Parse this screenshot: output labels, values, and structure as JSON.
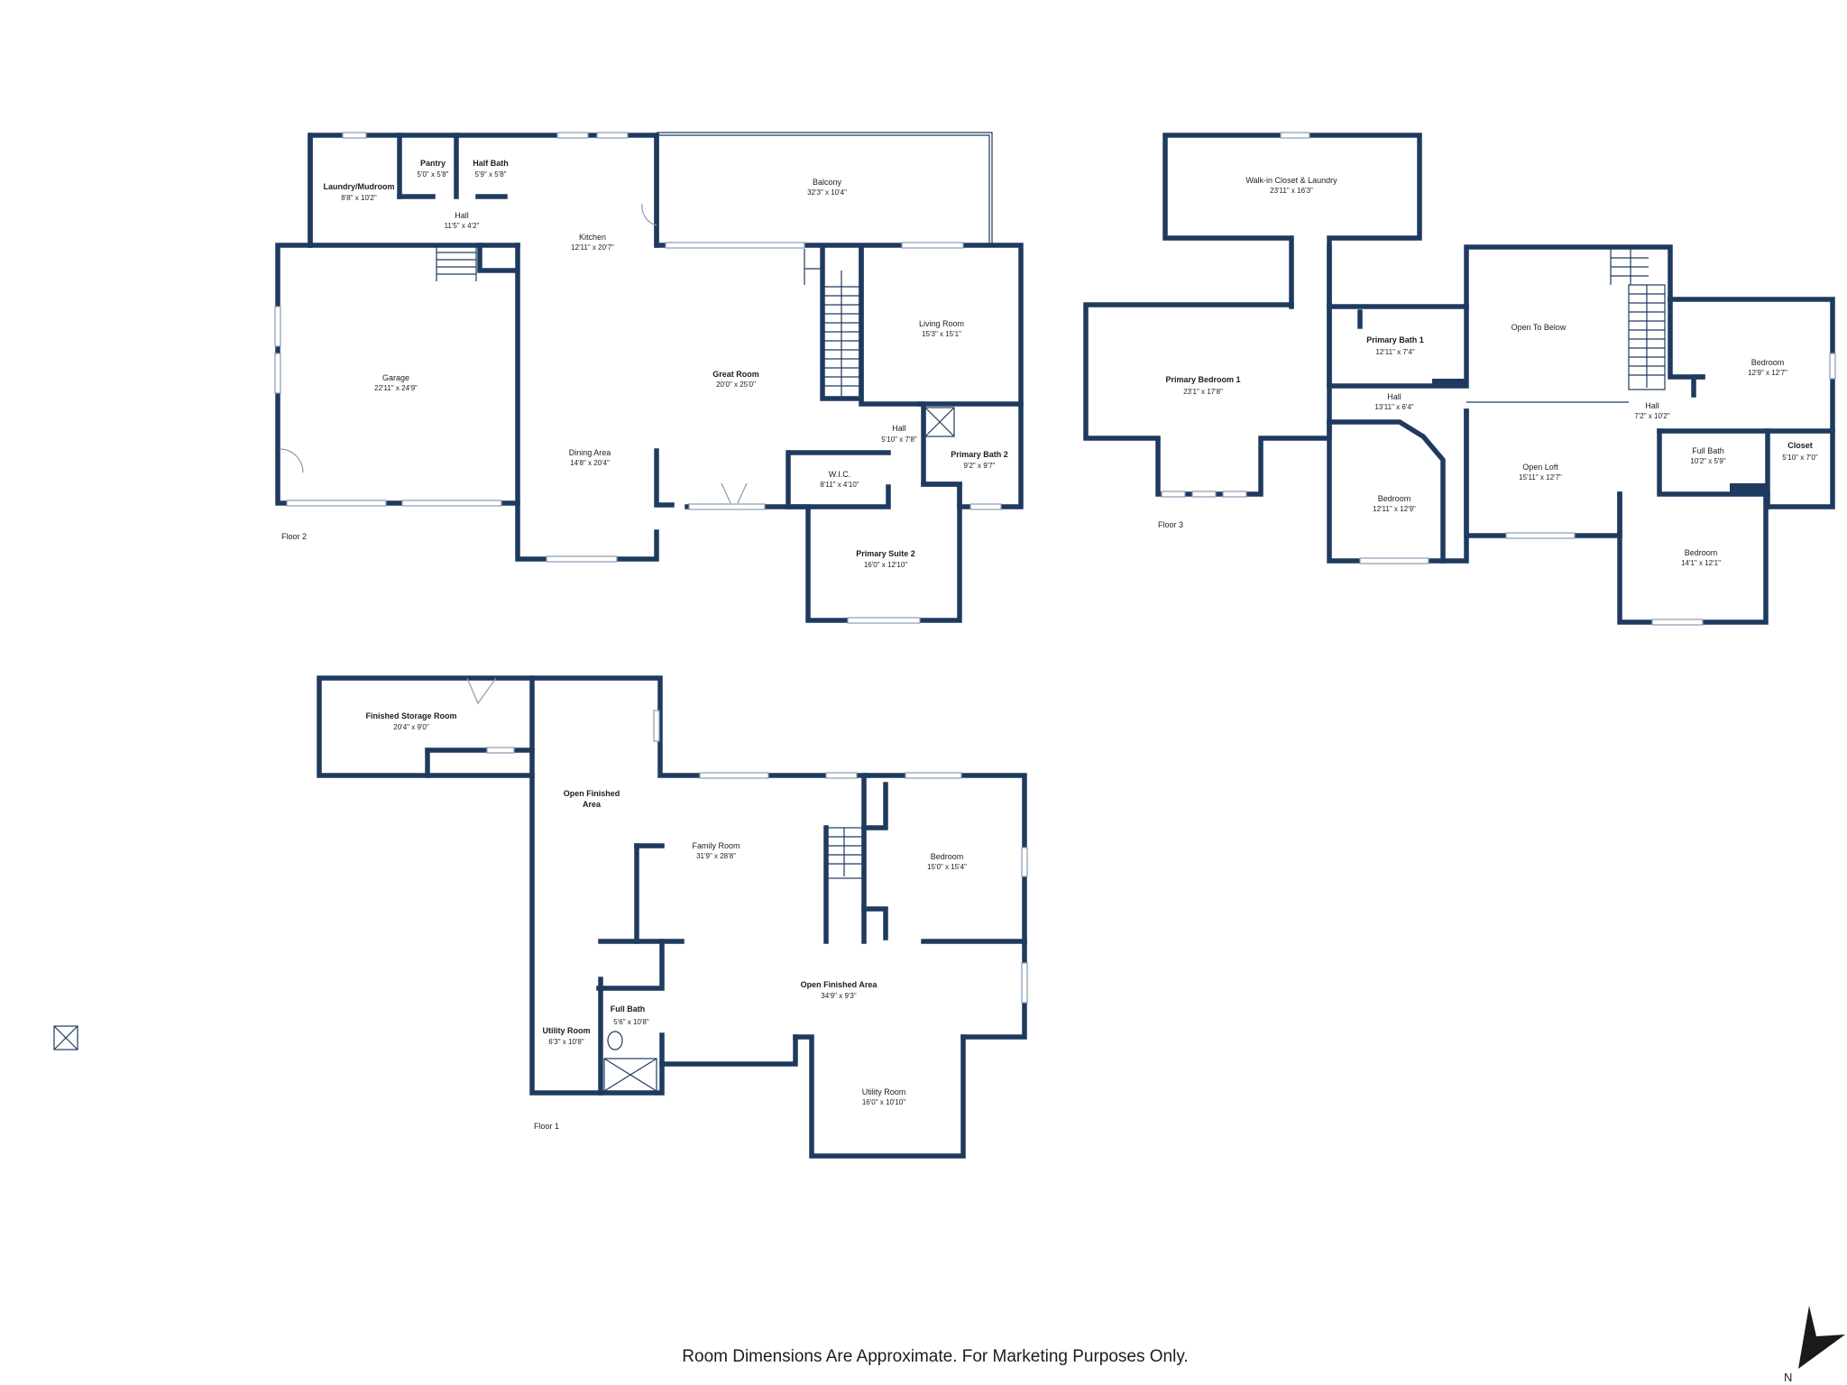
{
  "disclaimer": "Room Dimensions Are Approximate. For Marketing Purposes Only.",
  "compass_label": "N",
  "colors": {
    "wall": "#1f3a5f",
    "window": "#8a9bb0",
    "background": "#ffffff"
  },
  "floor2": {
    "label": "Floor 2",
    "rooms": {
      "laundry": {
        "name": "Laundry/Mudroom",
        "dim": "8'8\" x 10'2\""
      },
      "pantry": {
        "name": "Pantry",
        "dim": "5'0\" x 5'8\""
      },
      "half_bath": {
        "name": "Half Bath",
        "dim": "5'9\" x 5'8\""
      },
      "hall_a": {
        "name": "Hall",
        "dim": "11'5\" x 4'2\""
      },
      "kitchen": {
        "name": "Kitchen",
        "dim": "12'11\" x 20'7\""
      },
      "balcony": {
        "name": "Balcony",
        "dim": "32'3\" x 10'4\""
      },
      "garage": {
        "name": "Garage",
        "dim": "22'11\" x 24'9\""
      },
      "great_room": {
        "name": "Great Room",
        "dim": "20'0\" x 25'0\""
      },
      "living_room": {
        "name": "Living Room",
        "dim": "15'3\" x 15'1\""
      },
      "dining": {
        "name": "Dining Area",
        "dim": "14'8\" x 20'4\""
      },
      "hall_b": {
        "name": "Hall",
        "dim": "5'10\" x 7'8\""
      },
      "primary_bath2": {
        "name": "Primary Bath 2",
        "dim": "9'2\" x 9'7\""
      },
      "wic": {
        "name": "W.I.C.",
        "dim": "8'11\" x 4'10\""
      },
      "primary_suite2": {
        "name": "Primary Suite 2",
        "dim": "16'0\" x 12'10\""
      }
    }
  },
  "floor3": {
    "label": "Floor 3",
    "rooms": {
      "walkin": {
        "name": "Walk-in Closet & Laundry",
        "dim": "23'11\" x 16'3\""
      },
      "primary_bed1": {
        "name": "Primary Bedroom 1",
        "dim": "23'1\" x 17'8\""
      },
      "primary_bath1": {
        "name": "Primary Bath 1",
        "dim": "12'11\" x 7'4\""
      },
      "hall_c": {
        "name": "Hall",
        "dim": "13'11\" x 6'4\""
      },
      "bedroom_a": {
        "name": "Bedroom",
        "dim": "12'11\" x 12'9\""
      },
      "open_below": {
        "name": "Open To Below",
        "dim": ""
      },
      "open_loft": {
        "name": "Open Loft",
        "dim": "15'11\" x 12'7\""
      },
      "hall_d": {
        "name": "Hall",
        "dim": "7'2\" x 10'2\""
      },
      "bedroom_b": {
        "name": "Bedroom",
        "dim": "12'9\" x 12'7\""
      },
      "full_bath": {
        "name": "Full Bath",
        "dim": "10'2\" x 5'9\""
      },
      "closet": {
        "name": "Closet",
        "dim": "5'10\" x 7'0\""
      },
      "bedroom_c": {
        "name": "Bedroom",
        "dim": "14'1\" x 12'1\""
      }
    }
  },
  "floor1": {
    "label": "Floor 1",
    "rooms": {
      "storage": {
        "name": "Finished Storage Room",
        "dim": "20'4\" x 9'0\""
      },
      "open_area1_line1": {
        "name": "Open Finished"
      },
      "open_area1_line2": {
        "name": "Area"
      },
      "family": {
        "name": "Family Room",
        "dim": "31'9\" x 28'8\""
      },
      "bedroom_d": {
        "name": "Bedroom",
        "dim": "15'0\" x 15'4\""
      },
      "open_area2": {
        "name": "Open Finished Area",
        "dim": "34'9\" x 9'3\""
      },
      "utility_a": {
        "name": "Utility Room",
        "dim": "6'3\" x 10'8\""
      },
      "full_bath_b": {
        "name": "Full Bath",
        "dim": "5'6\" x 10'8\""
      },
      "utility_b": {
        "name": "Utility Room",
        "dim": "16'0\" x 10'10\""
      }
    }
  }
}
